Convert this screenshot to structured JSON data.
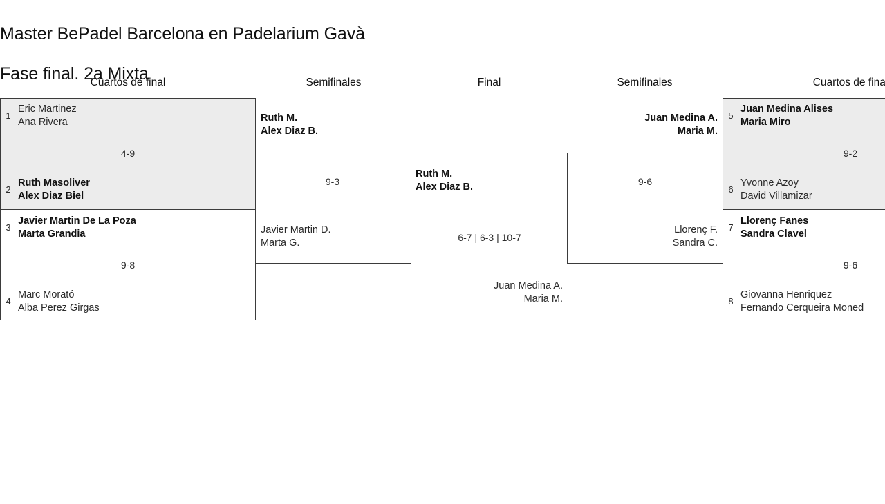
{
  "title": {
    "line1": "Master BePadel Barcelona en Padelarium Gavà",
    "line2": "Fase final. 2a Mixta"
  },
  "rounds": [
    {
      "label": "Cuartos de final"
    },
    {
      "label": "Semifinales"
    },
    {
      "label": "Final"
    },
    {
      "label": "Semifinales"
    },
    {
      "label": "Cuartos de final"
    }
  ],
  "colors": {
    "shaded_box": "#ececec",
    "border": "#3b3b3b",
    "text": "#2b2b2b",
    "winner_text": "#111111"
  },
  "matches": {
    "qf1": {
      "shaded": true,
      "score": "4-9",
      "top": {
        "seed": "1",
        "player1": "Eric Martinez",
        "player2": "Ana Rivera",
        "winner": false
      },
      "bottom": {
        "seed": "2",
        "player1": "Ruth Masoliver",
        "player2": "Alex Diaz Biel",
        "winner": true
      }
    },
    "qf2": {
      "shaded": false,
      "score": "9-8",
      "top": {
        "seed": "3",
        "player1": "Javier Martin De La Poza",
        "player2": "Marta Grandia",
        "winner": true
      },
      "bottom": {
        "seed": "4",
        "player1": "Marc Morató",
        "player2": "Alba Perez Girgas",
        "winner": false
      }
    },
    "qf3": {
      "shaded": true,
      "score": "9-2",
      "top": {
        "seed": "5",
        "player1": "Juan Medina Alises",
        "player2": "Maria Miro",
        "winner": true
      },
      "bottom": {
        "seed": "6",
        "player1": "Yvonne Azoy",
        "player2": "David Villamizar",
        "winner": false
      }
    },
    "qf4": {
      "shaded": false,
      "score": "9-6",
      "top": {
        "seed": "7",
        "player1": "Llorenç Fanes",
        "player2": "Sandra Clavel",
        "winner": true
      },
      "bottom": {
        "seed": "8",
        "player1": "Giovanna Henriquez",
        "player2": "Fernando Cerqueira Moned",
        "winner": false
      }
    },
    "sf_left": {
      "score": "9-3",
      "top": {
        "player1": "Ruth M.",
        "player2": "Alex Diaz B.",
        "winner": true
      },
      "bottom": {
        "player1": "Javier Martin D.",
        "player2": "Marta G.",
        "winner": false
      }
    },
    "sf_right": {
      "score": "9-6",
      "top": {
        "player1": "Juan Medina A.",
        "player2": "Maria M.",
        "winner": true
      },
      "bottom": {
        "player1": "Llorenç F.",
        "player2": "Sandra C.",
        "winner": false
      }
    },
    "final": {
      "score": "6-7 | 6-3 | 10-7",
      "top": {
        "player1": "Ruth M.",
        "player2": "Alex Diaz B.",
        "winner": true
      },
      "bottom": {
        "player1": "Juan Medina A.",
        "player2": "Maria M.",
        "winner": false
      }
    }
  }
}
